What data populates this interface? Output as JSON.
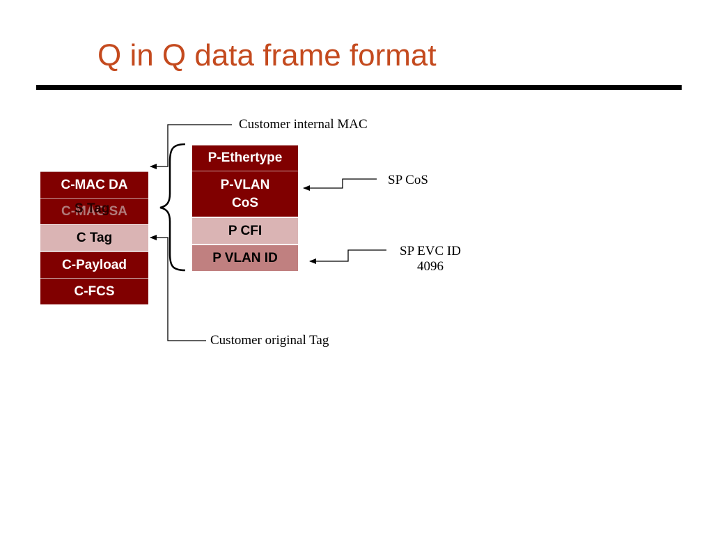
{
  "title": "Q in Q data frame format",
  "customer_frame": {
    "c_mac_da": "C-MAC DA",
    "c_mac_sa": "C-MAC SA",
    "s_tag": "S Tag",
    "c_tag": "C Tag",
    "c_payload": "C-Payload",
    "c_fcs": "C-FCS"
  },
  "s_tag_fields": {
    "p_ethertype": "P-Ethertype",
    "p_vlan_cos": "P-VLAN CoS",
    "p_cfi": "P CFI",
    "p_vlan_id": "P VLAN ID"
  },
  "annotations": {
    "customer_internal_mac": "Customer internal MAC",
    "sp_cos": "SP CoS",
    "sp_evc_id": "SP EVC ID",
    "sp_evc_id_value": "4096",
    "customer_original_tag": "Customer original Tag"
  },
  "colors": {
    "title": "#c44a1e",
    "dark_field": "#800000",
    "light_field": "#dab4b4",
    "mid_field": "#c08080"
  }
}
